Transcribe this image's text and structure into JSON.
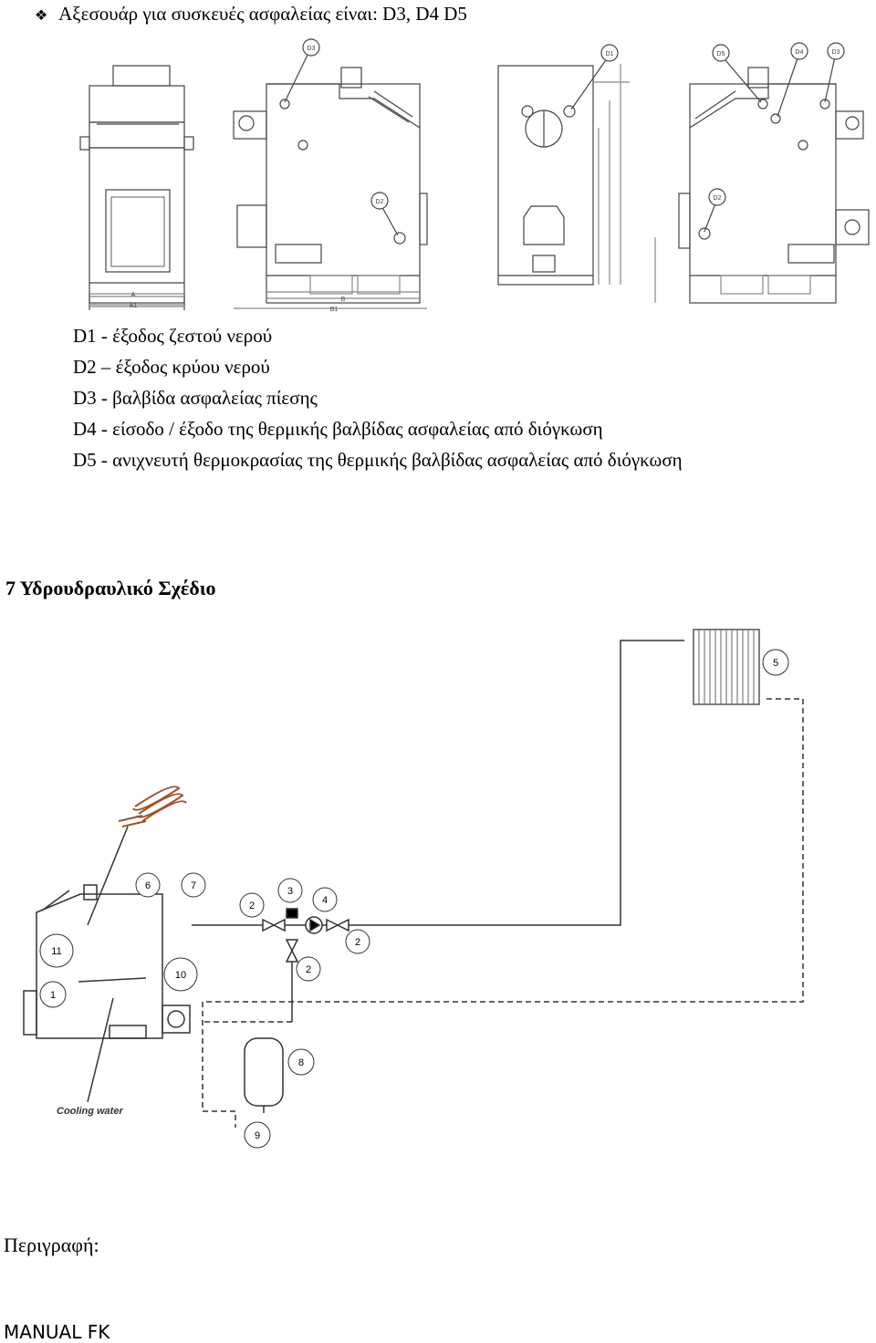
{
  "intro": {
    "bullet": "❖",
    "text": "Αξεσουάρ για συσκευές ασφαλείας είναι: D3, D4 D5"
  },
  "drawings": {
    "callouts": [
      "D3",
      "D2",
      "D1",
      "D5",
      "D4",
      "D3",
      "D2"
    ],
    "dims": [
      "A",
      "A1",
      "B",
      "B1"
    ]
  },
  "legend": [
    "D1 - έξοδος ζεστού νερού",
    "D2 – έξοδος κρύου νερού",
    "D3 -  βαλβίδα ασφαλείας πίεσης",
    "D4 -  είσοδο / έξοδο της θερμικής βαλβίδας ασφαλείας από διόγκωση"
  ],
  "legend_d5": "D5 - ανιχνευτή θερμοκρασίας της θερμικής βαλβίδας ασφαλείας από διόγκωση",
  "section_heading": "7 Υδρουδραυλικό Σχέδιο",
  "hydraulic": {
    "labels": [
      "1",
      "2",
      "2",
      "2",
      "3",
      "4",
      "5",
      "6",
      "7",
      "8",
      "9",
      "10",
      "11"
    ],
    "cooling_water": "Cooling water"
  },
  "description_label": "Περιγραφή:",
  "footer": "MANUAL FK"
}
